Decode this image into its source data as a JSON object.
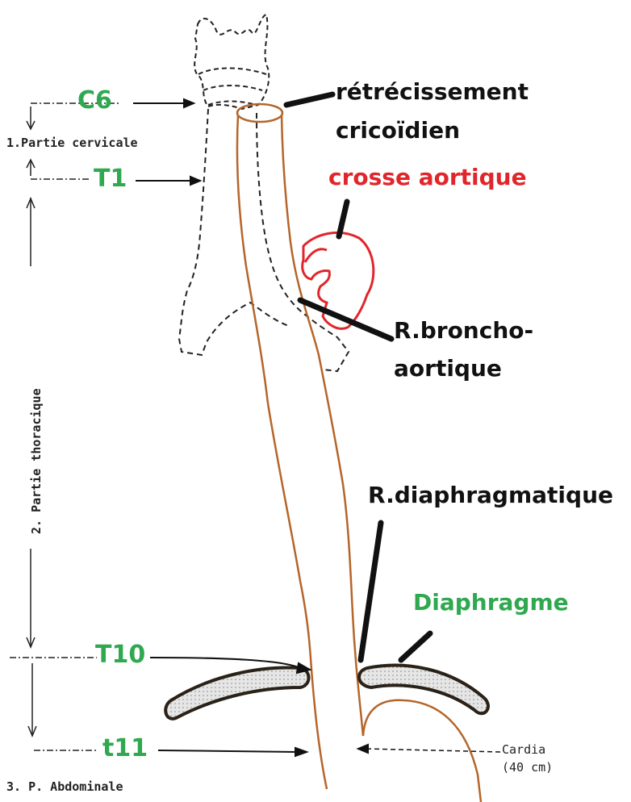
{
  "labels": {
    "c6": "C6",
    "t1": "T1",
    "t10": "T10",
    "t11": "t11",
    "retrecissement_line1": "rétrécissement",
    "retrecissement_line2": "cricoïdien",
    "crosse_aortique": "crosse aortique",
    "broncho_line1": "R.broncho-",
    "broncho_line2": "aortique",
    "diaphragmatique": "R.diaphragmatique",
    "diaphragme": "Diaphragme",
    "cardia_line1": "Cardia",
    "cardia_line2": "(40 cm)",
    "partie_cervicale": "1.Partie cervicale",
    "partie_thoracique": "2. Partie thoracique",
    "partie_abdominale": "3. P. Abdominale"
  },
  "colors": {
    "vertebra_label": "#2fa84f",
    "aorta": "#e0262b",
    "esophagus": "#b5652a",
    "pointer": "#111111"
  }
}
